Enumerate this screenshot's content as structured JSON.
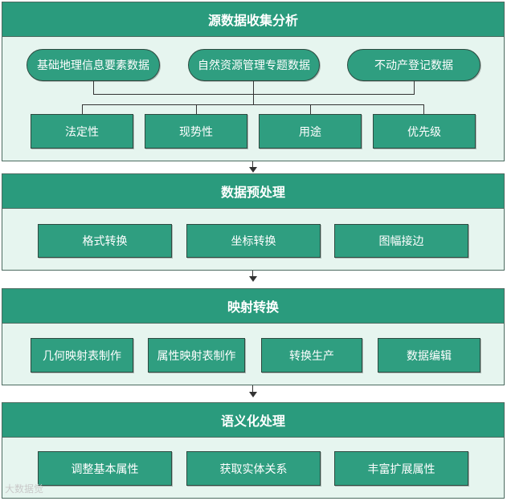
{
  "stages": [
    {
      "title": "源数据收集分析",
      "sources": [
        "基础地理信息要素数据",
        "自然资源管理专题数据",
        "不动产登记数据"
      ],
      "items": [
        "法定性",
        "现势性",
        "用途",
        "优先级"
      ]
    },
    {
      "title": "数据预处理",
      "items": [
        "格式转换",
        "坐标转换",
        "图幅接边"
      ]
    },
    {
      "title": "映射转换",
      "items": [
        "几何映射表制作",
        "属性映射表制作",
        "转换生产",
        "数据编辑"
      ]
    },
    {
      "title": "语义化处理",
      "items": [
        "调整基本属性",
        "获取实体关系",
        "丰富扩展属性"
      ]
    }
  ],
  "watermark": "大数据觉"
}
